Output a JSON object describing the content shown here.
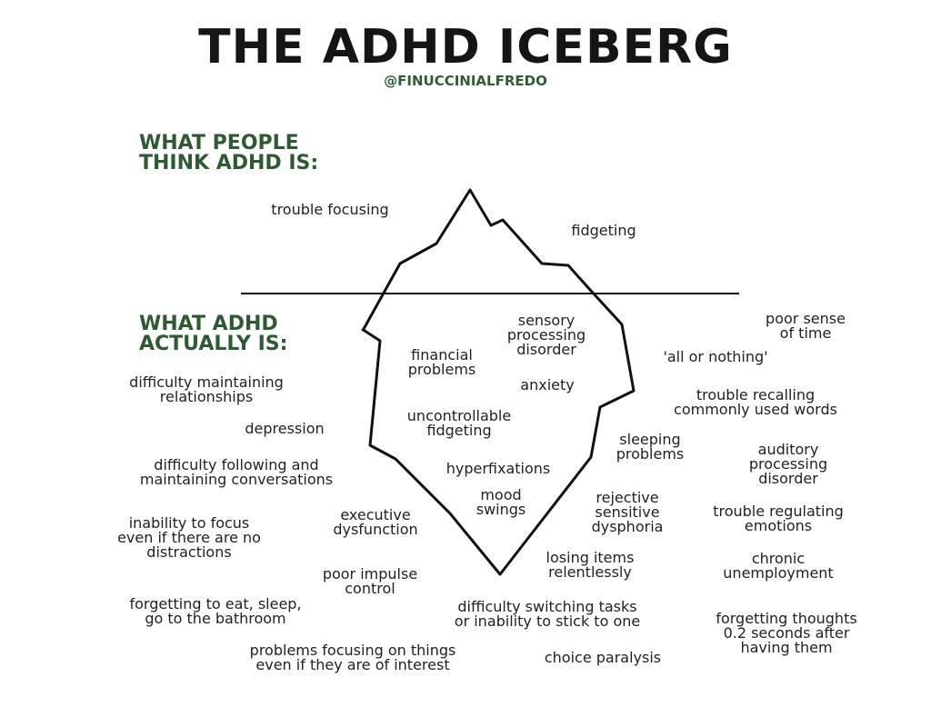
{
  "title": "THE ADHD ICEBERG",
  "handle": "@FINUCCINIALFREDO",
  "sections": {
    "above": [
      "WHAT PEOPLE",
      "THINK ADHD IS:"
    ],
    "below": [
      "WHAT ADHD",
      "ACTUALLY IS:"
    ]
  },
  "above_waterline": [
    "trouble focusing",
    "fidgeting"
  ],
  "inside_iceberg": [
    [
      "sensory",
      "processing",
      "disorder"
    ],
    [
      "financial",
      "problems"
    ],
    [
      "anxiety"
    ],
    [
      "uncontrollable",
      "fidgeting"
    ],
    [
      "hyperfixations"
    ],
    [
      "mood",
      "swings"
    ]
  ],
  "below_waterline": [
    [
      "poor sense",
      "of time"
    ],
    [
      "'all or nothing'"
    ],
    [
      "difficulty maintaining",
      "relationships"
    ],
    [
      "trouble recalling",
      "commonly used words"
    ],
    [
      "depression"
    ],
    [
      "sleeping",
      "problems"
    ],
    [
      "auditory",
      "processing",
      "disorder"
    ],
    [
      "difficulty following and",
      "maintaining conversations"
    ],
    [
      "rejective",
      "sensitive",
      "dysphoria"
    ],
    [
      "trouble regulating",
      "emotions"
    ],
    [
      "inability to focus",
      "even if there are no",
      "distractions"
    ],
    [
      "executive",
      "dysfunction"
    ],
    [
      "losing items",
      "relentlessly"
    ],
    [
      "chronic",
      "unemployment"
    ],
    [
      "poor impulse",
      "control"
    ],
    [
      "forgetting to eat, sleep,",
      "go to the bathroom"
    ],
    [
      "difficulty switching tasks",
      "or inability to stick to one"
    ],
    [
      "forgetting thoughts",
      "0.2 seconds after",
      "having them"
    ],
    [
      "problems focusing on things",
      "even if they are of interest"
    ],
    [
      "choice paralysis"
    ]
  ]
}
